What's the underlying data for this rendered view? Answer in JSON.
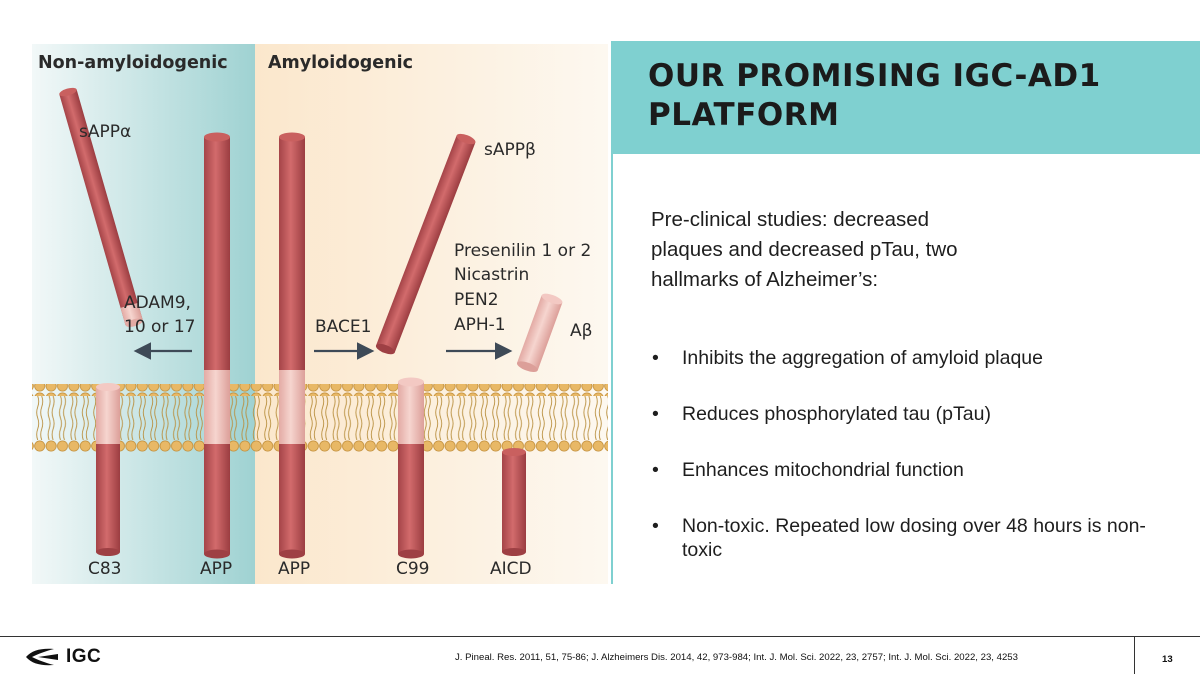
{
  "slide": {
    "title_lines": [
      "OUR PROMISING IGC-AD1",
      "PLATFORM"
    ],
    "intro_lines": [
      "Pre-clinical studies: decreased",
      "plaques and decreased pTau, two",
      "hallmarks of Alzheimer’s:"
    ],
    "bullet_symbol": "•",
    "bullets": [
      "Inhibits the aggregation of amyloid plaque",
      "Reduces phosphorylated tau (pTau)",
      "Enhances mitochondrial function",
      "Non-toxic. Repeated low dosing over 48 hours is non-toxic"
    ]
  },
  "figure": {
    "left_panel_title": "Non-amyloidogenic",
    "right_panel_title": "Amyloidogenic",
    "labels": {
      "sappa": "sAPPα",
      "sappb": "sAPPβ",
      "adam_line1": "ADAM9,",
      "adam_line2": "10 or 17",
      "bace": "BACE1",
      "gamma_line1": "Presenilin 1 or 2",
      "gamma_line2": "Nicastrin",
      "gamma_line3": "PEN2",
      "gamma_line4": "APH-1",
      "abeta": "Aβ",
      "c83": "C83",
      "app_left": "APP",
      "app_right": "APP",
      "c99": "C99",
      "aicd": "AICD"
    },
    "colors": {
      "left_bg": "#d5ecec",
      "right_bg": "#fbefdd",
      "protein": "#c0575a",
      "protein_light": "#efc1bb",
      "membrane": "#e8b866",
      "arrow": "#3e4a57"
    }
  },
  "footer": {
    "logo_text": "IGC",
    "references": "J. Pineal. Res. 2011, 51, 75-86; J. Alzheimers Dis. 2014, 42, 973-984; Int. J. Mol. Sci. 2022, 23, 2757; Int. J. Mol. Sci. 2022, 23, 4253",
    "page_number": "13"
  },
  "theme": {
    "accent": "#7fd0d0"
  }
}
